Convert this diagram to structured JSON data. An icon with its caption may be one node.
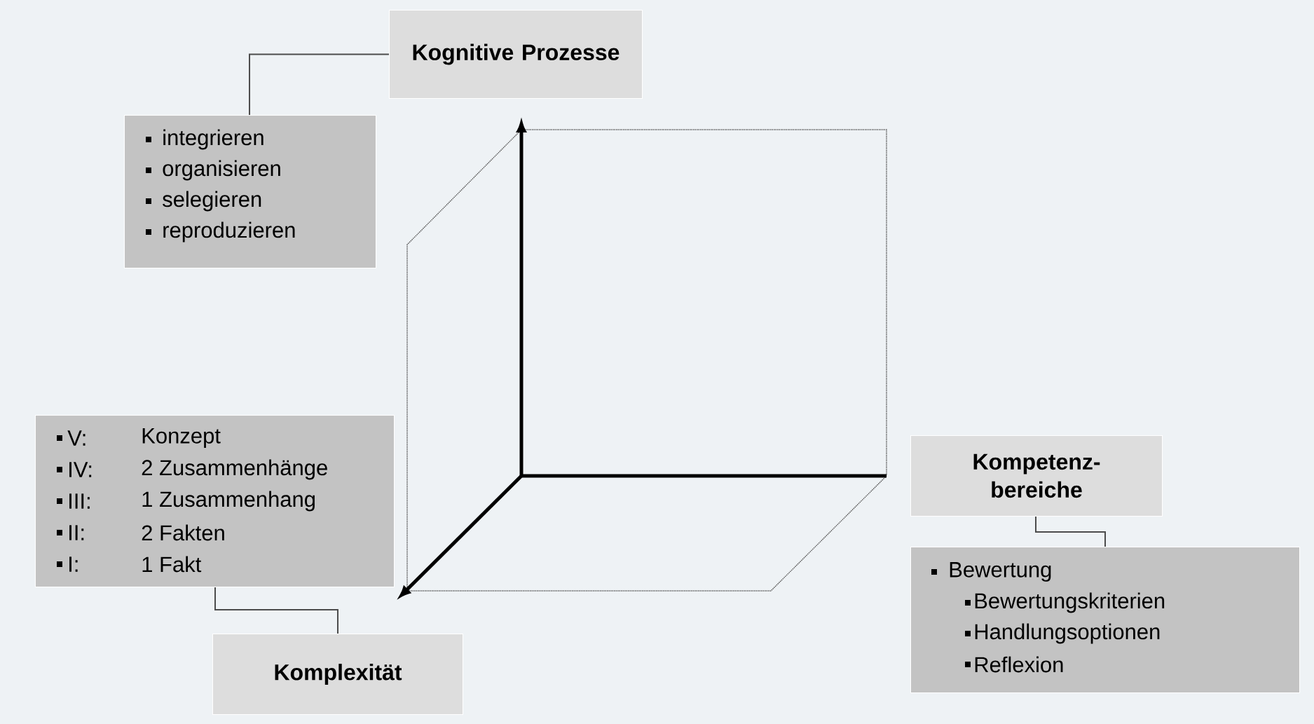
{
  "diagram": {
    "nodes": [
      {
        "text": [
          "Kognitive Prozesse"
        ]
      },
      {
        "text": [
          "integrieren",
          "organisieren",
          "selegieren",
          "reproduzieren"
        ]
      },
      {
        "text": [
          "V:",
          "Konzept",
          "IV:",
          "2 Zusammenhänge",
          "III:",
          "1 Zusammenhang",
          "II:",
          "2 Fakten",
          "I:",
          "1 Fakt"
        ]
      },
      {
        "text": [
          "Kompetenz- bereiche"
        ]
      },
      {
        "text": [
          "Bewertung",
          "Bewertungskriterien",
          "Handlungsoptionen",
          "Reflexion"
        ]
      },
      {
        "text": [
          "Komplexität"
        ]
      }
    ],
    "edges": [
      {
        "from": 1,
        "to": 0,
        "arrow": "none"
      },
      {
        "from": 2,
        "to": 5,
        "arrow": "none"
      },
      {
        "from": 3,
        "to": 4,
        "arrow": "none"
      }
    ]
  }
}
